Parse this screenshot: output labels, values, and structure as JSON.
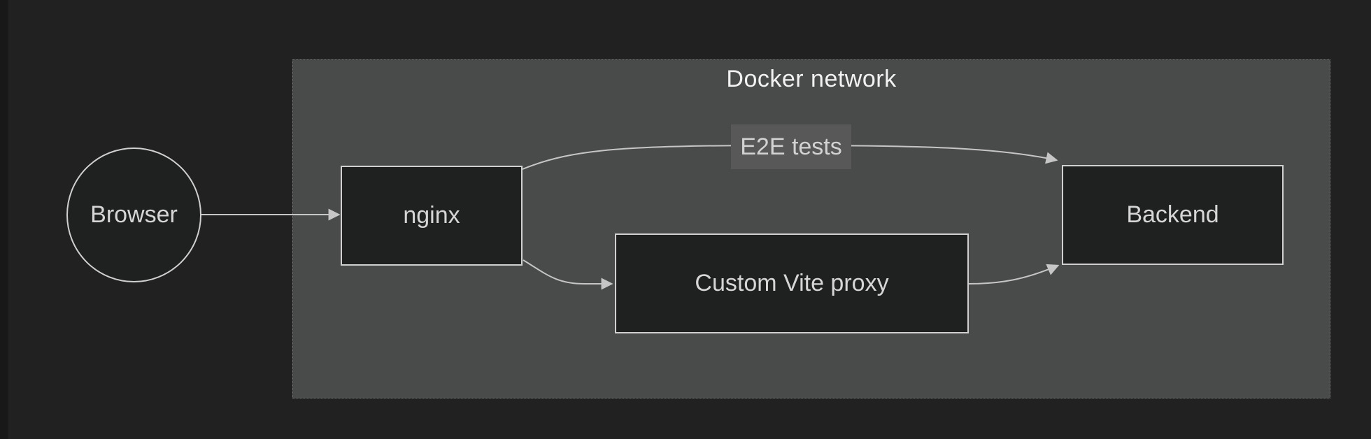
{
  "cluster": {
    "title": "Docker network"
  },
  "nodes": {
    "browser": {
      "label": "Browser",
      "shape": "circle"
    },
    "nginx": {
      "label": "nginx",
      "shape": "rectangle"
    },
    "vite_proxy": {
      "label": "Custom Vite proxy",
      "shape": "rectangle"
    },
    "backend": {
      "label": "Backend",
      "shape": "rectangle"
    }
  },
  "edges": [
    {
      "from": "Browser",
      "to": "nginx",
      "label": ""
    },
    {
      "from": "nginx",
      "to": "Backend",
      "label": "E2E tests"
    },
    {
      "from": "nginx",
      "to": "Custom Vite proxy",
      "label": ""
    },
    {
      "from": "Custom Vite proxy",
      "to": "Backend",
      "label": ""
    }
  ],
  "colors": {
    "background": "#212121",
    "cluster_fill": "#494b4a",
    "cluster_border": "#7b7b7b",
    "cluster_title_text": "#f2f2f2",
    "node_fill": "#1f2020",
    "node_border": "#d0d0d0",
    "node_text": "#d6d6d6",
    "edge_stroke": "#c6c6c6",
    "edge_label_bg": "#585858",
    "edge_label_text": "#d2d2d2"
  }
}
